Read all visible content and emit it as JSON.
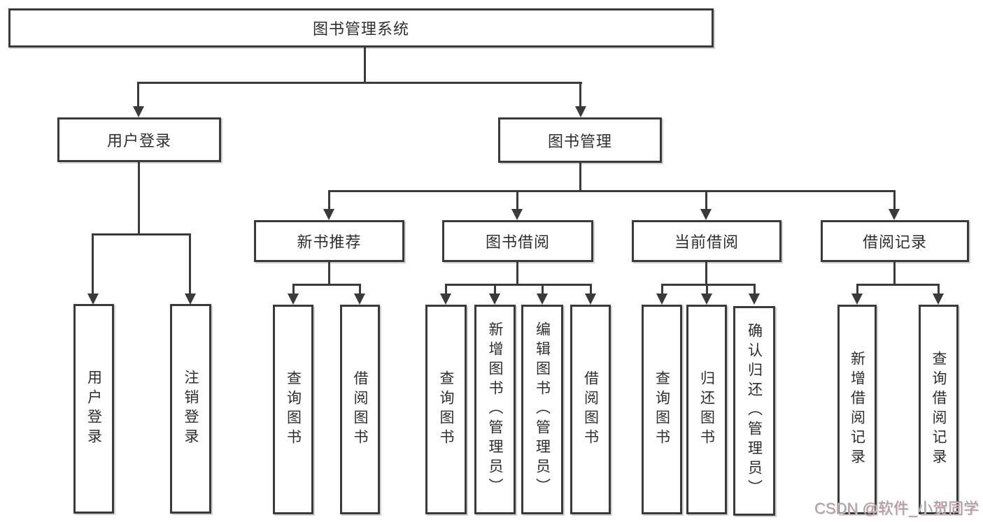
{
  "tree": {
    "root": {
      "label": "图书管理系统",
      "children": [
        {
          "label": "用户登录",
          "children": [
            {
              "label": "用户登录"
            },
            {
              "label": "注销登录"
            }
          ]
        },
        {
          "label": "图书管理",
          "children": [
            {
              "label": "新书推荐",
              "children": [
                {
                  "label": "查询图书"
                },
                {
                  "label": "借阅图书"
                }
              ]
            },
            {
              "label": "图书借阅",
              "children": [
                {
                  "label": "查询图书"
                },
                {
                  "label": "新增图书（管理员）"
                },
                {
                  "label": "编辑图书（管理员）"
                },
                {
                  "label": "借阅图书"
                }
              ]
            },
            {
              "label": "当前借阅",
              "children": [
                {
                  "label": "查询图书"
                },
                {
                  "label": "归还图书"
                },
                {
                  "label": "确认归还（管理员）"
                }
              ]
            },
            {
              "label": "借阅记录",
              "children": [
                {
                  "label": "新增借阅记录"
                },
                {
                  "label": "查询借阅记录"
                }
              ]
            }
          ]
        }
      ]
    }
  },
  "watermark": {
    "text": "CSDN @软件_小贺同学"
  },
  "colors": {
    "line": "#3a3a3a",
    "text": "#2e2e2e",
    "watermark": "#a3a3a3"
  }
}
